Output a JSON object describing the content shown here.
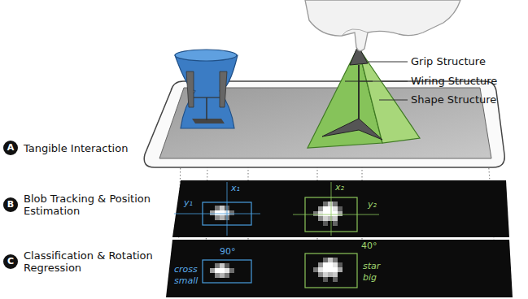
{
  "diagram": {
    "nodes": [
      {
        "text": [
          "A",
          "Tangible Interaction"
        ]
      },
      {
        "text": [
          "B",
          "Blob Tracking & Position Estimation"
        ]
      },
      {
        "text": [
          "C",
          "Classification & Rotation Regression"
        ]
      }
    ],
    "edges": [],
    "labels": [
      "Grip Structure",
      "Wiring Structure",
      "Shape Structure",
      "y₁",
      "x₁",
      "x₂",
      "y₂",
      "90°",
      "cross",
      "small",
      "40°",
      "star",
      "big"
    ]
  }
}
